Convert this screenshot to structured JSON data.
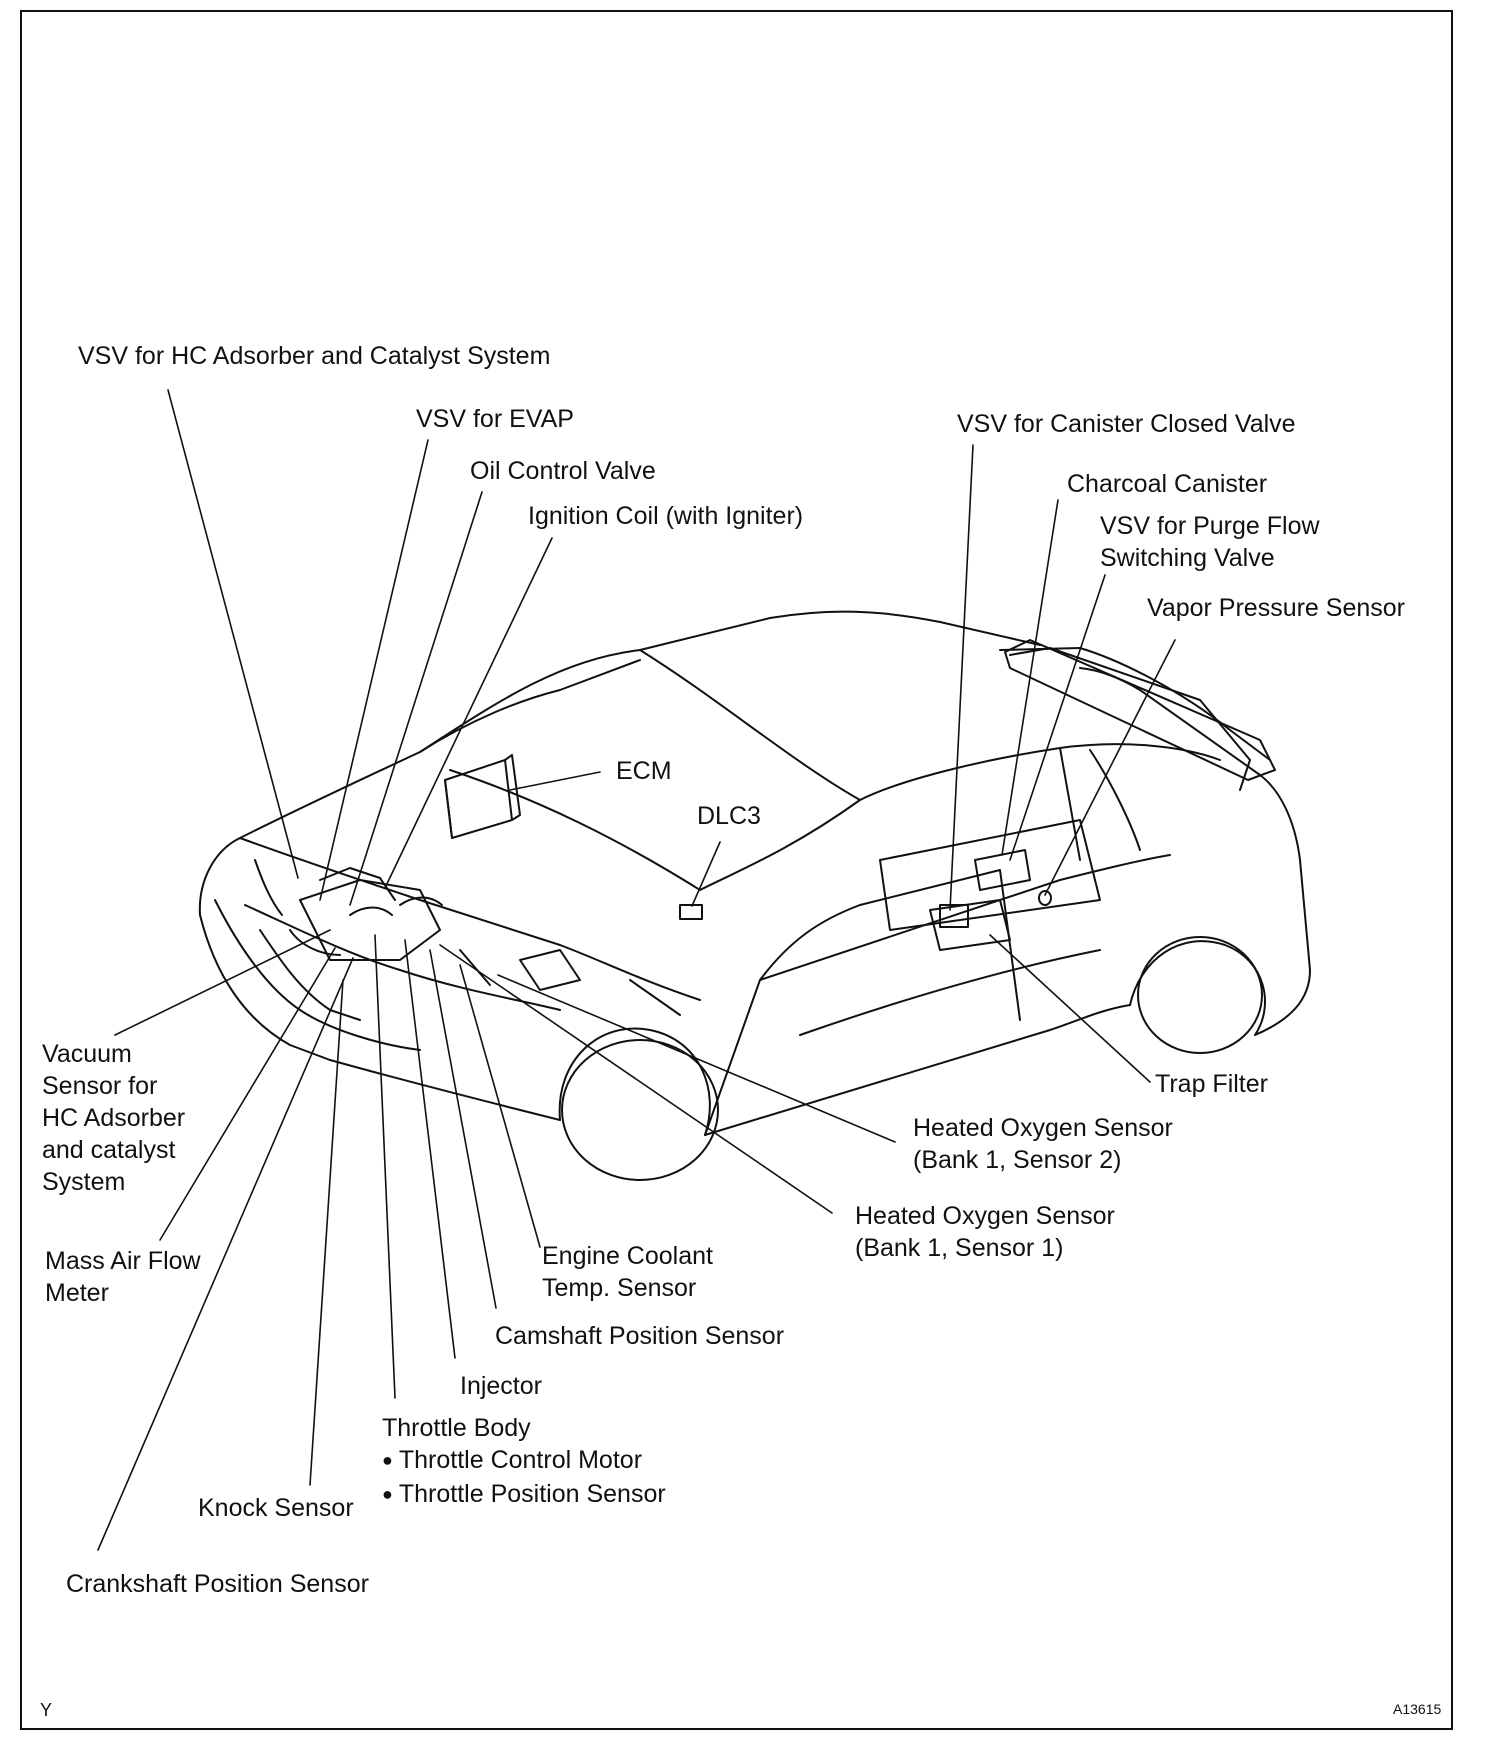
{
  "labels": {
    "vsv_hc_adsorber": "VSV for HC Adsorber and Catalyst System",
    "vsv_evap": "VSV for EVAP",
    "oil_control_valve": "Oil Control Valve",
    "ignition_coil": "Ignition Coil (with Igniter)",
    "vsv_canister_closed": "VSV for Canister Closed Valve",
    "charcoal_canister": "Charcoal Canister",
    "vsv_purge_flow": [
      "VSV for Purge Flow",
      "Switching Valve"
    ],
    "vapor_pressure_sensor": "Vapor Pressure Sensor",
    "ecm": "ECM",
    "dlc3": "DLC3",
    "vacuum_sensor": [
      "Vacuum",
      "Sensor for",
      "HC Adsorber",
      "and catalyst",
      "System"
    ],
    "mass_air_flow": [
      "Mass Air Flow",
      "Meter"
    ],
    "trap_filter": "Trap Filter",
    "ho2s_b1s2": [
      "Heated Oxygen Sensor",
      "(Bank 1, Sensor 2)"
    ],
    "ho2s_b1s1": [
      "Heated Oxygen Sensor",
      "(Bank 1, Sensor 1)"
    ],
    "engine_coolant": [
      "Engine Coolant",
      "Temp. Sensor"
    ],
    "camshaft_sensor": "Camshaft Position Sensor",
    "injector": "Injector",
    "throttle_body": "Throttle Body",
    "throttle_control_motor": "Throttle Control Motor",
    "throttle_position_sensor": "Throttle Position Sensor",
    "knock_sensor": "Knock Sensor",
    "crankshaft_sensor": "Crankshaft Position Sensor"
  },
  "footer": {
    "left_mark": "Y",
    "figure_id": "A13615"
  }
}
